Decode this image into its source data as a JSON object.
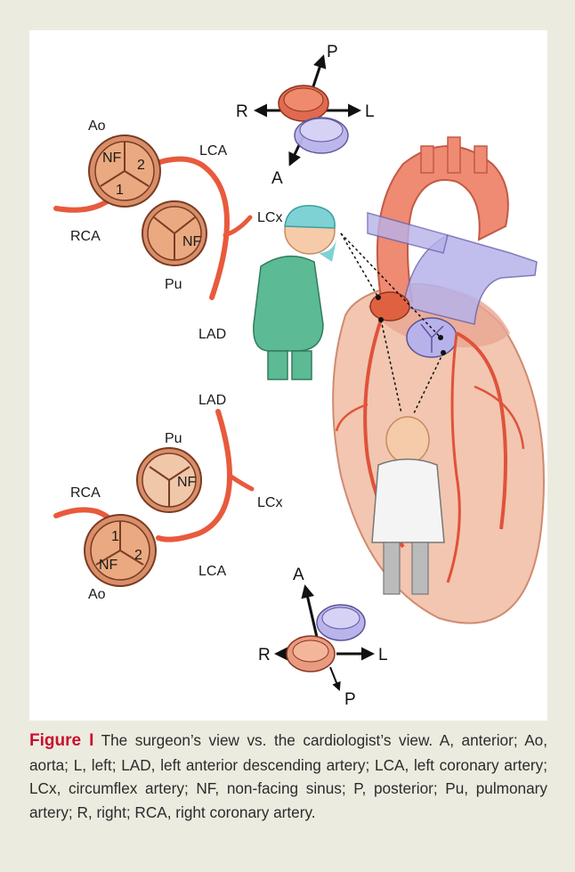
{
  "figure": {
    "surgeon_view_labels": {
      "ao": "Ao",
      "nf_ao": "NF",
      "two": "2",
      "one": "1",
      "lca": "LCA",
      "rca": "RCA",
      "lcx": "LCx",
      "pu": "Pu",
      "nf_pu": "NF",
      "lad": "LAD"
    },
    "cardiologist_view_labels": {
      "lad": "LAD",
      "pu": "Pu",
      "nf_pu": "NF",
      "rca": "RCA",
      "lcx": "LCx",
      "one": "1",
      "two": "2",
      "nf_ao": "NF",
      "lca": "LCA",
      "ao": "Ao"
    },
    "top_compass": {
      "p": "P",
      "r": "R",
      "l": "L",
      "a": "A"
    },
    "bottom_compass": {
      "a": "A",
      "r": "R",
      "l": "L",
      "p": "P"
    }
  },
  "caption": {
    "label": "Figure I",
    "text": "  The surgeon’s view vs. the cardiologist’s view. A, anterior; Ao, aorta; L, left; LAD, left anterior descending artery; LCA, left coronary artery; LCx, circumflex artery; NF, non-facing sinus; P, posterior; Pu, pulmonary artery; R, right; RCA, right coronary artery."
  }
}
